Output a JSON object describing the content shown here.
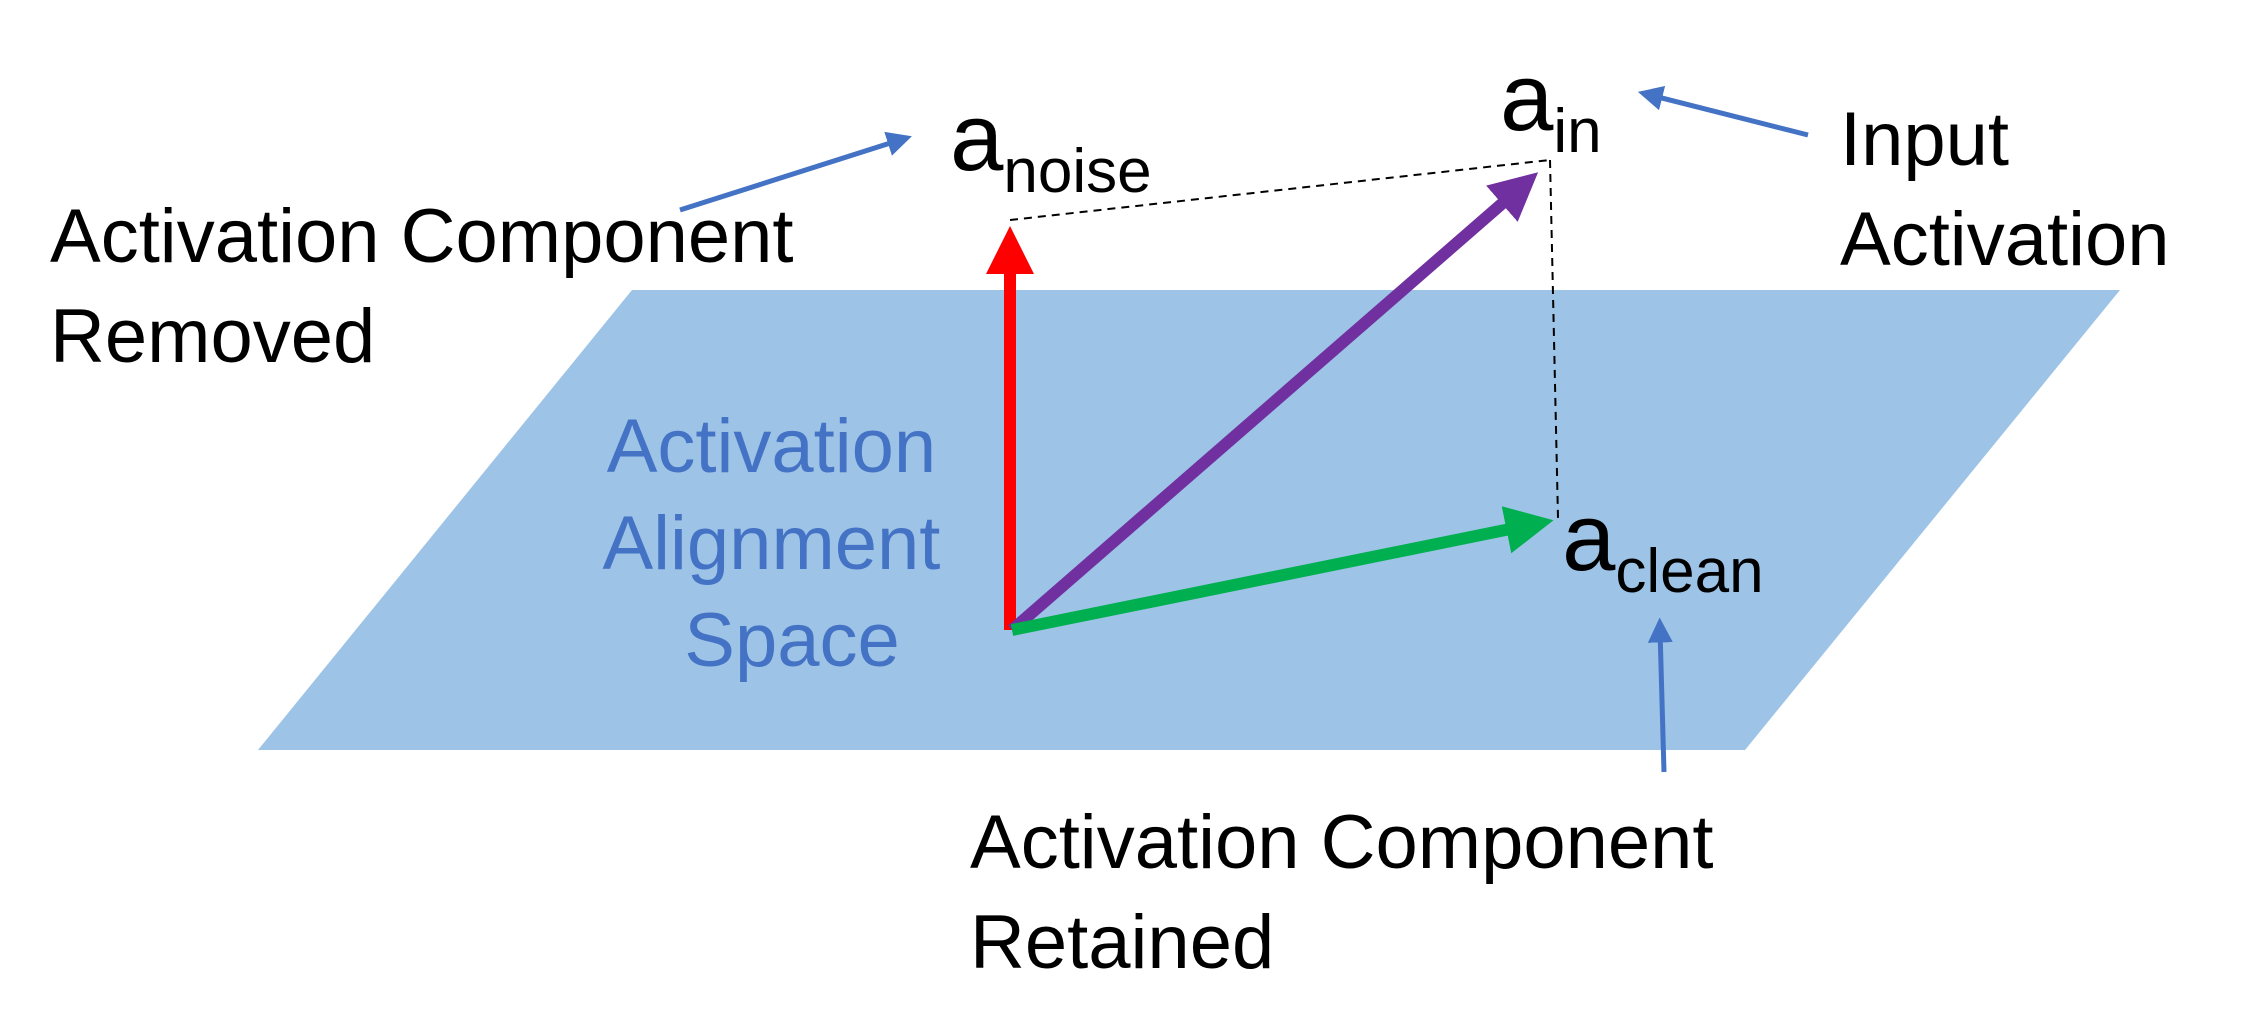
{
  "colors": {
    "plane": "#9DC3E6",
    "plane_label": "#4472C4",
    "pointer": "#4472C4",
    "noise_vector": "#FF0000",
    "input_vector": "#7030A0",
    "clean_vector": "#00B050",
    "dashed": "#000000"
  },
  "plane": {
    "label_lines": [
      "Activation",
      "Alignment",
      "Space"
    ]
  },
  "vectors": {
    "noise": {
      "base": "a",
      "sub": "noise"
    },
    "input": {
      "base": "a",
      "sub": "in"
    },
    "clean": {
      "base": "a",
      "sub": "clean"
    }
  },
  "callouts": {
    "removed": {
      "lines": [
        "Activation Component",
        "Removed"
      ]
    },
    "input": {
      "lines": [
        "Input",
        "Activation"
      ]
    },
    "retained": {
      "lines": [
        "Activation Component",
        "Retained"
      ]
    }
  }
}
